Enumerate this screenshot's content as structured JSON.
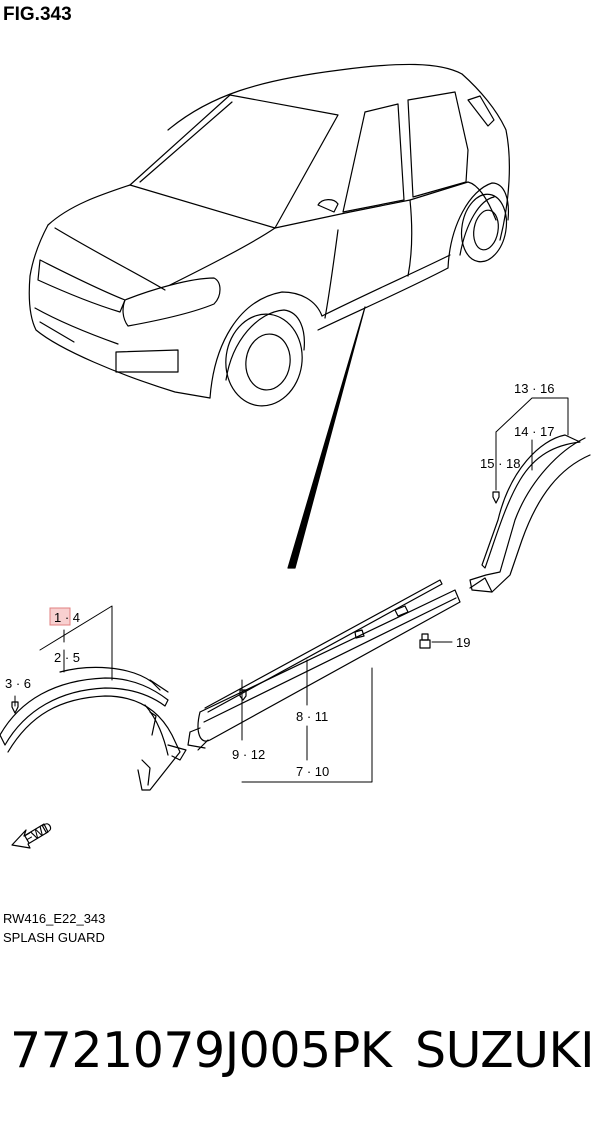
{
  "figure": {
    "title": "FIG.343",
    "code": "RW416_E22_343",
    "name": "SPLASH GUARD"
  },
  "callouts": {
    "c1_4": "1 · 4",
    "c2_5": "2 · 5",
    "c3_6": "3 · 6",
    "c7_10": "7 · 10",
    "c8_11": "8 · 11",
    "c9_12": "9 · 12",
    "c13_16": "13 · 16",
    "c14_17": "14 · 17",
    "c15_18": "15 · 18",
    "c19": "19",
    "fwd": "FWD"
  },
  "product": {
    "part_number": "7721079J005PK",
    "brand": "SUZUKI"
  },
  "colors": {
    "line": "#000000",
    "highlight_fill": "#f8d0d0",
    "highlight_stroke": "#e08080"
  }
}
